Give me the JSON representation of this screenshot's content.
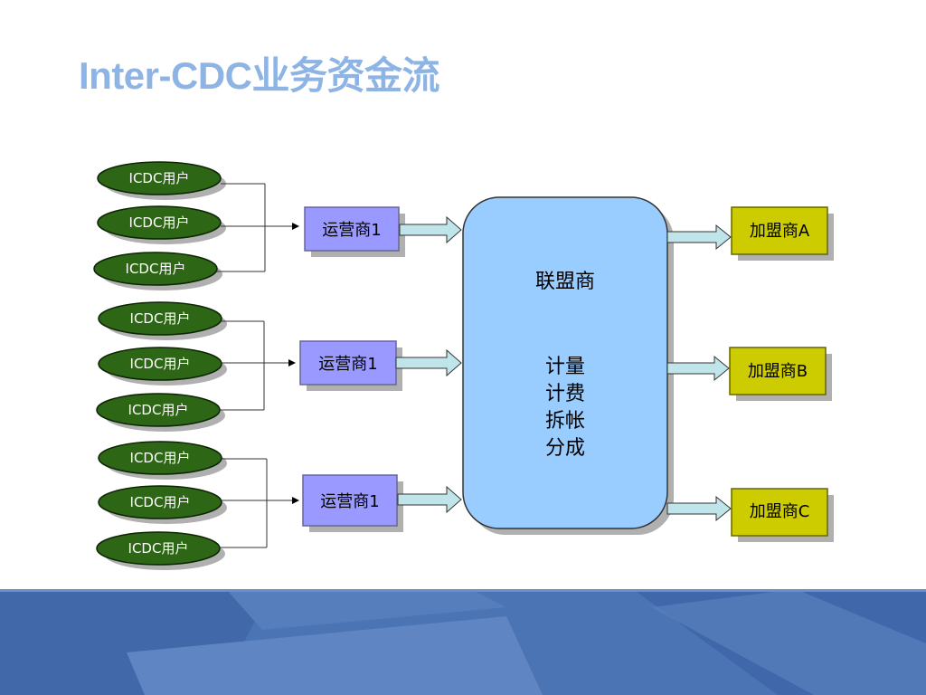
{
  "title": "Inter-CDC业务资金流",
  "user_label": "ICDC用户",
  "operators": [
    {
      "label": "运营商1"
    },
    {
      "label": "运营商1"
    },
    {
      "label": "运营商1"
    }
  ],
  "alliance": {
    "title": "联盟商",
    "functions": [
      "计量",
      "计费",
      "拆帐",
      "分成"
    ]
  },
  "franchisees": [
    {
      "label": "加盟商A"
    },
    {
      "label": "加盟商B"
    },
    {
      "label": "加盟商C"
    }
  ],
  "colors": {
    "title": "#8eb4e6",
    "user_fill": "#2d6614",
    "operator_fill": "#9999ff",
    "alliance_fill": "#99ccff",
    "franchisee_fill": "#cccc00",
    "arrow_fill": "#bfe5ea",
    "shadow": "#b0b0b0",
    "footer": "#4a74b4"
  }
}
